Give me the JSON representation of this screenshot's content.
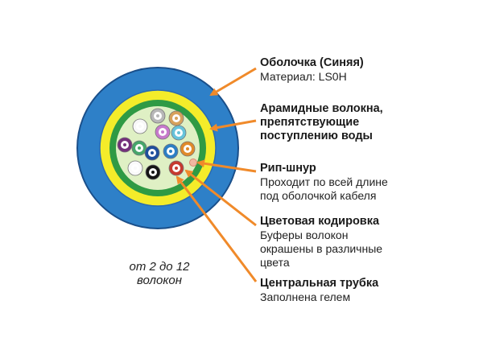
{
  "colors": {
    "jacket": "#2e80c8",
    "jacket_edge": "#1a4f8a",
    "aramid_yellow": "#f4ec2a",
    "inner_jacket": "#2f9a44",
    "gel": "#dff0c4",
    "arrow": "#f08a2a"
  },
  "callouts": [
    {
      "title": "Оболочка (Синяя)",
      "desc": [
        "Материал: LS0H"
      ]
    },
    {
      "title": "Арамидные волокна,\nпрепятствующие\nпоступлению воды",
      "desc": []
    },
    {
      "title": "Рип-шнур",
      "desc": [
        "Проходит по всей длине",
        "под оболочкой кабеля"
      ]
    },
    {
      "title": "Цветовая кодировка",
      "desc": [
        "Буферы волокон",
        "окрашены в различные",
        "цвета"
      ]
    },
    {
      "title": "Центральная трубка",
      "desc": [
        "Заполнена гелем"
      ]
    }
  ],
  "fiber_count_label": {
    "line1": "от 2 до 12",
    "line2": "волокон"
  },
  "fibers": [
    {
      "color": "#b7b7b7",
      "name": "fiber-gray"
    },
    {
      "color": "#d7a15a",
      "name": "fiber-tan"
    },
    {
      "color": "#f7f7f7",
      "name": "fiber-white"
    },
    {
      "color": "#c67acb",
      "name": "fiber-violet"
    },
    {
      "color": "#46a66a",
      "name": "fiber-green"
    },
    {
      "color": "#67c3da",
      "name": "fiber-aqua"
    },
    {
      "color": "#74307b",
      "name": "fiber-purple"
    },
    {
      "color": "#1e4f9c",
      "name": "fiber-blue"
    },
    {
      "color": "#2d7fc4",
      "name": "fiber-lightblue"
    },
    {
      "color": "#e08a2a",
      "name": "fiber-orange"
    },
    {
      "color": "#fafafa",
      "name": "fiber-white-2"
    },
    {
      "color": "#151515",
      "name": "fiber-black"
    },
    {
      "color": "#c63a2f",
      "name": "fiber-red"
    }
  ]
}
